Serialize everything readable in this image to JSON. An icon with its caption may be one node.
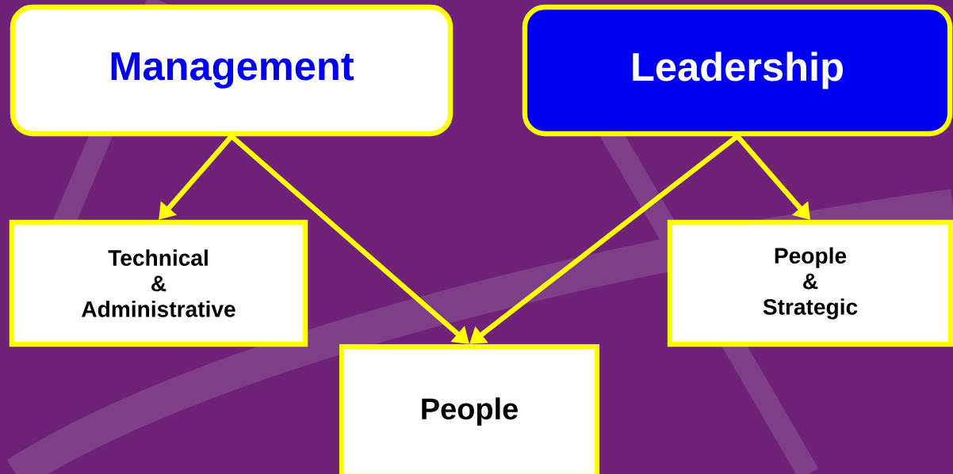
{
  "diagram": {
    "nodes": [
      {
        "text": [
          "Management"
        ]
      },
      {
        "text": [
          "Leadership"
        ]
      },
      {
        "text": [
          "Technical & Administrative"
        ]
      },
      {
        "text": [
          "People"
        ]
      },
      {
        "text": [
          "People & Strategic"
        ]
      }
    ],
    "edges": [
      {
        "from": 0,
        "to": 2,
        "arrow": "to"
      },
      {
        "from": 0,
        "to": 3,
        "arrow": "to"
      },
      {
        "from": 1,
        "to": 3,
        "arrow": "to"
      },
      {
        "from": 1,
        "to": 4,
        "arrow": "to"
      }
    ]
  }
}
